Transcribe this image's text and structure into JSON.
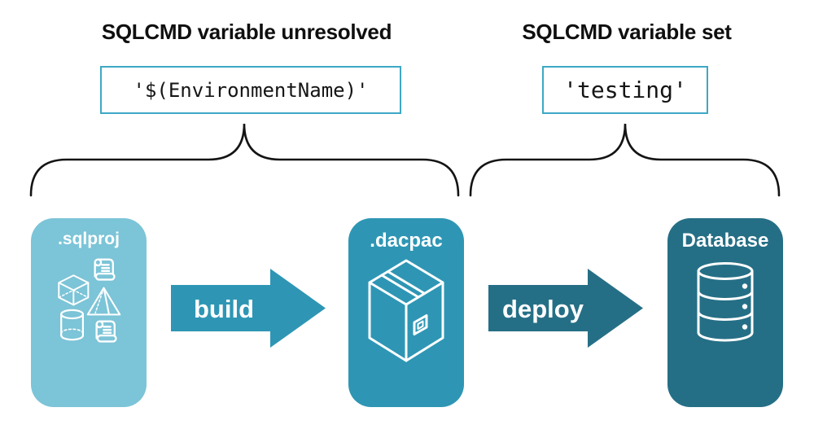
{
  "annotations": {
    "left": {
      "title": "SQLCMD variable unresolved",
      "code": "'$(EnvironmentName)'"
    },
    "right": {
      "title": "SQLCMD variable set",
      "code": "'testing'"
    }
  },
  "pipeline": {
    "stages": [
      {
        "label": ".sqlproj",
        "icon": "sql-objects-icon"
      },
      {
        "label": ".dacpac",
        "icon": "package-box-icon"
      },
      {
        "label": "Database",
        "icon": "database-cylinder-icon"
      }
    ],
    "arrows": [
      {
        "label": "build"
      },
      {
        "label": "deploy"
      }
    ]
  },
  "colors": {
    "light_blue": "#7CC4D7",
    "teal": "#2E96B4",
    "dark_teal": "#256F86",
    "code_border": "#3EA8C6",
    "brace": "#141414",
    "text": "#0F0F0F"
  }
}
